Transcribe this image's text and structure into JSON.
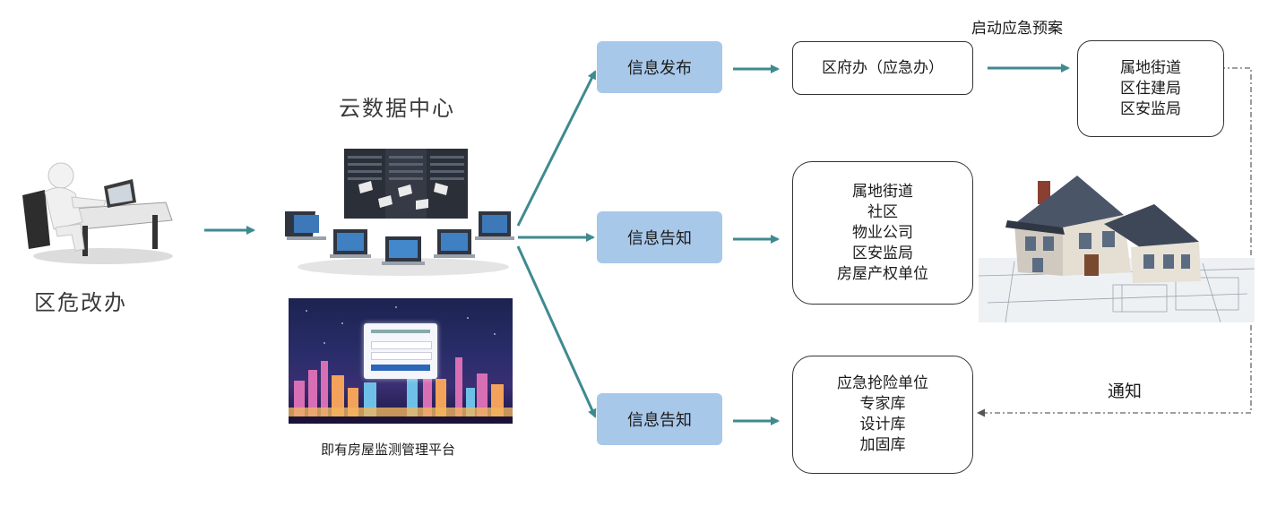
{
  "source": {
    "label": "区危改办",
    "icon": "person-at-desk-icon"
  },
  "cloud": {
    "title": "云数据中心",
    "icon": "server-network-icon"
  },
  "platform": {
    "caption": "即有房屋监测管理平台",
    "icon": "city-skyline-login-icon"
  },
  "channels": [
    {
      "label": "信息发布"
    },
    {
      "label": "信息告知"
    },
    {
      "label": "信息告知"
    }
  ],
  "targets": {
    "district_office": "区府办（应急办）",
    "emergency_plan_label": "启动应急预案",
    "emergency_units": [
      "属地街道",
      "区住建局",
      "区安监局"
    ],
    "notify_units": [
      "属地街道",
      "社区",
      "物业公司",
      "区安监局",
      "房屋产权单位"
    ],
    "rescue_units": [
      "应急抢险单位",
      "专家库",
      "设计库",
      "加固库"
    ]
  },
  "notify_label": "通知",
  "house": {
    "icon": "house-blueprint-icon"
  },
  "colors": {
    "arrow": "#3f8a90",
    "channel_fill": "#a8c8ea",
    "box_border": "#333333"
  }
}
